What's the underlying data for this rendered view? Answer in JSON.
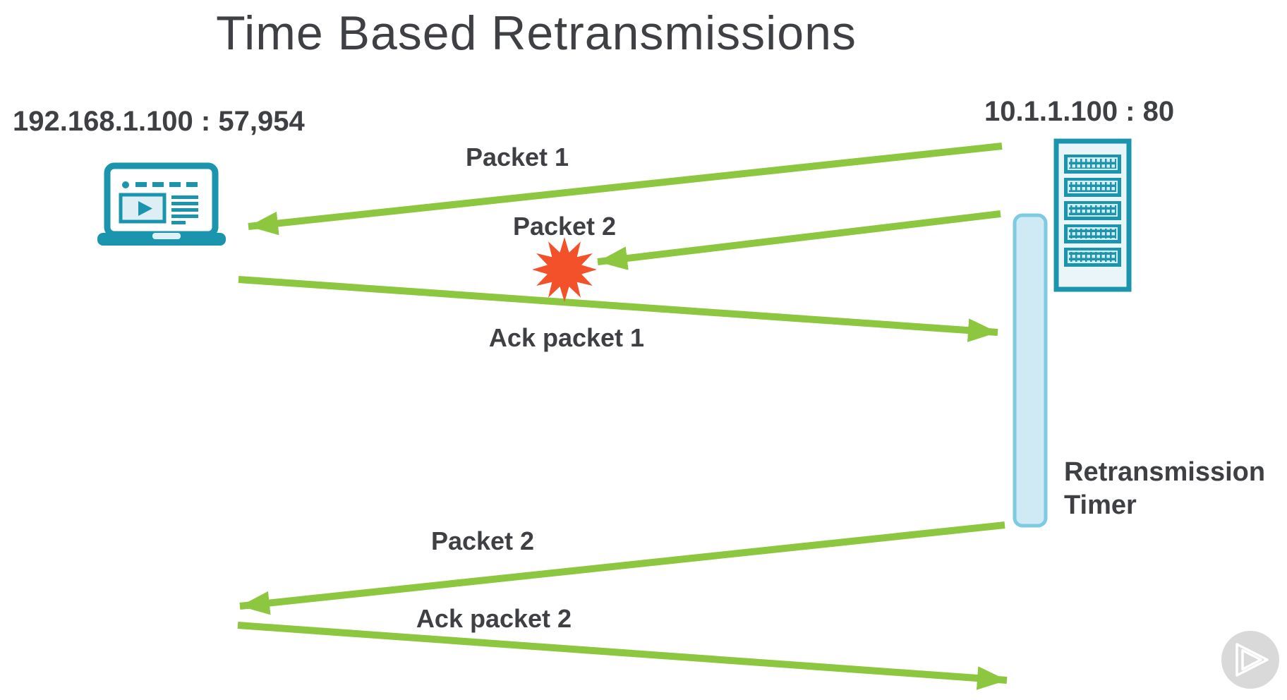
{
  "title": "Time Based Retransmissions",
  "client": {
    "address": "192.168.1.100 : 57,954"
  },
  "server": {
    "address": "10.1.1.100 : 80"
  },
  "timer_label": "Retransmission Timer",
  "messages": [
    {
      "label": "Packet 1",
      "direction": "server-to-client",
      "status": "delivered"
    },
    {
      "label": "Packet 2",
      "direction": "server-to-client",
      "status": "lost"
    },
    {
      "label": "Ack packet 1",
      "direction": "client-to-server",
      "status": "delivered"
    },
    {
      "label": "Packet 2",
      "direction": "server-to-client",
      "status": "retransmission"
    },
    {
      "label": "Ack packet 2",
      "direction": "client-to-server",
      "status": "delivered"
    }
  ],
  "icons": {
    "client": "laptop-icon",
    "server": "server-rack-icon",
    "packet_loss": "explosion-burst-icon",
    "branding": "pluralsight-play-icon"
  },
  "colors": {
    "arrow-green": "#8dc63f",
    "device-teal": "#1b95ad",
    "device-fill": "#e9f5f9",
    "timer-fill": "#cfeaf4",
    "timer-border": "#7dcbe0",
    "burst-orange": "#f3512a",
    "ink": "#3e4043",
    "logo-gray": "#d9d9d9",
    "background": "#ffffff"
  }
}
